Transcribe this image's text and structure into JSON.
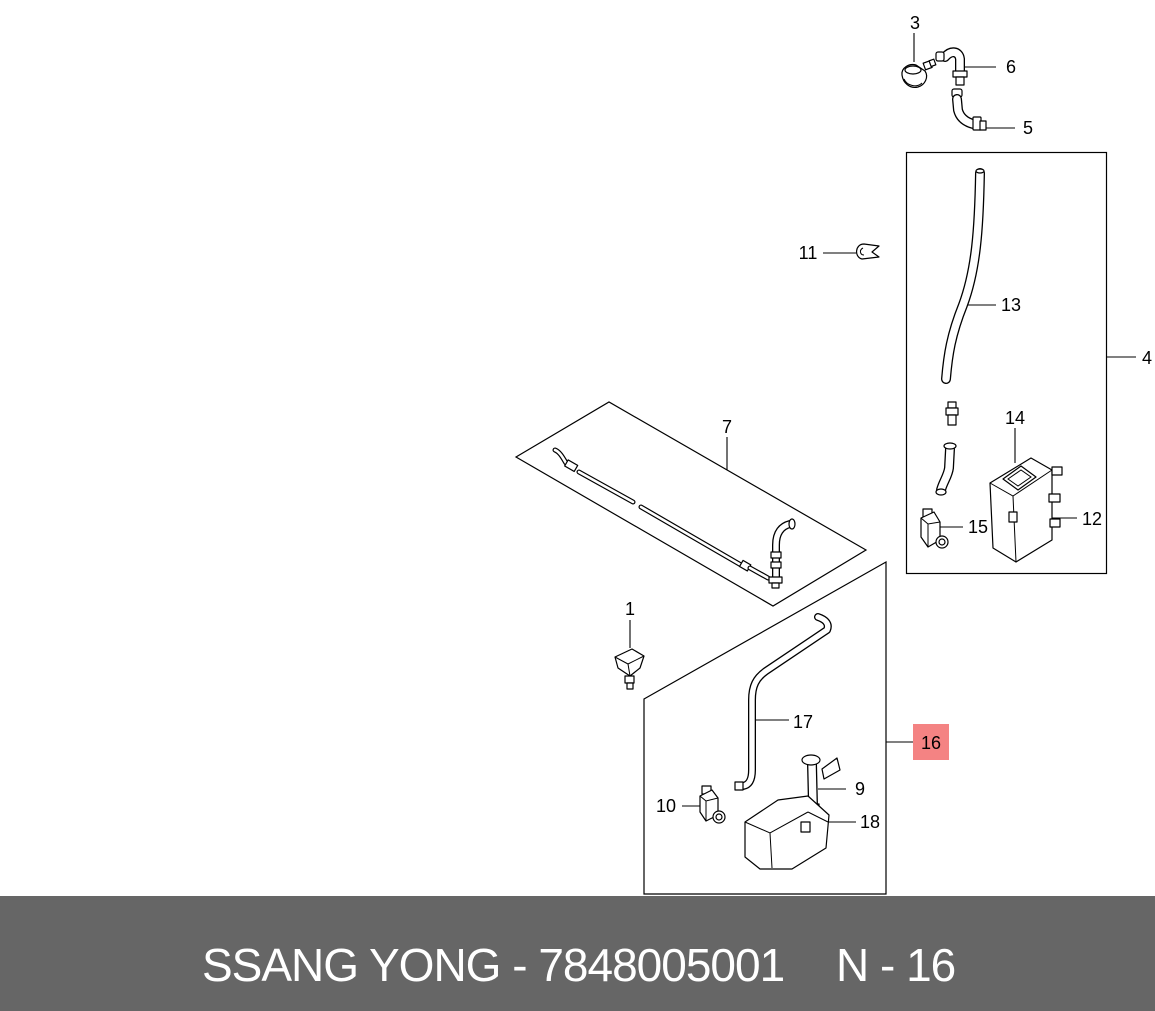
{
  "diagram": {
    "callouts": {
      "c1": "1",
      "c3": "3",
      "c4": "4",
      "c5": "5",
      "c6": "6",
      "c7": "7",
      "c9": "9",
      "c10": "10",
      "c11": "11",
      "c12": "12",
      "c13": "13",
      "c14": "14",
      "c15": "15",
      "c16": "16",
      "c17": "17",
      "c18": "18"
    }
  },
  "footer": {
    "title": "SSANG YONG - 7848005001",
    "ref": "N - 16"
  },
  "colors": {
    "background": "#ffffff",
    "line": "#000000",
    "highlight": "#f48383",
    "footer_bg": "#666666",
    "footer_text": "#ffffff"
  }
}
